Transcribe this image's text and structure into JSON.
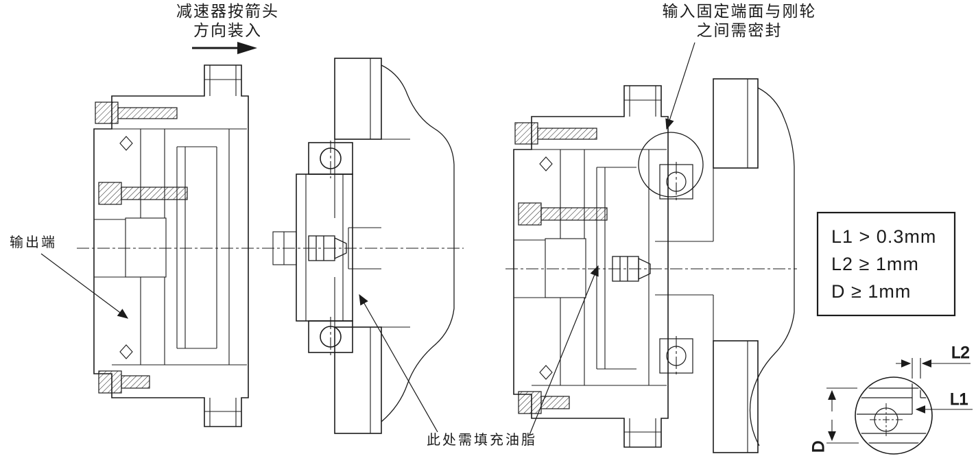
{
  "colors": {
    "ink": "#1b1b1b",
    "background": "#ffffff"
  },
  "annotations": {
    "install_note": {
      "line1": "减速器按箭头",
      "line2": "方向装入"
    },
    "seal_note": {
      "line1": "输入固定端面与刚轮",
      "line2": "之间需密封"
    },
    "output_end_label": "输出端",
    "grease_note": "此处需填充油脂"
  },
  "dimension_box": {
    "rows": [
      {
        "text": "L1 > 0.3mm"
      },
      {
        "text": "L2 ≥ 1mm"
      },
      {
        "text": "D  ≥ 1mm"
      }
    ]
  },
  "detail_view": {
    "labels": {
      "l2": "L2",
      "l1": "L1",
      "d": "D"
    }
  }
}
